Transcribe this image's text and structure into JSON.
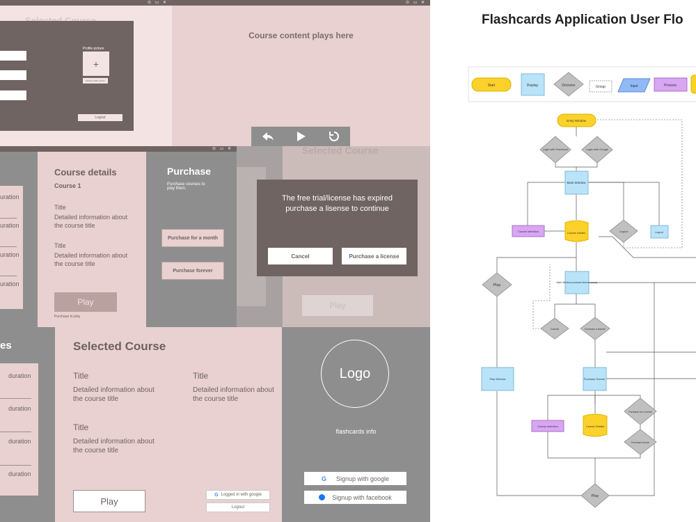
{
  "top_window": {
    "bg_title": "Selected Course",
    "profile_label": "Profile picture",
    "plus": "+",
    "upload_label": "Upload profile picture",
    "logout": "Logout"
  },
  "player": {
    "content_text": "Course content plays here"
  },
  "course_window": {
    "left_durations": [
      "uration",
      "uration",
      "uration",
      "uration"
    ],
    "details_title": "Course details",
    "course_name": "Course 1",
    "item1_title": "Title",
    "item1_desc": "Detailed information about the course title",
    "item2_title": "Title",
    "item2_desc": "Detailed information about the course title",
    "play": "Play",
    "purchase_to_play": "Purchase to play",
    "purchase_title": "Purchase",
    "purchase_sub": "Purchase courses to play them.",
    "purchase_month": "Purchase for a month",
    "purchase_forever": "Purchase forever"
  },
  "expired": {
    "bg_title": "Selected Course",
    "bg_play": "Play",
    "message": "The free trial/license has expired purchase a lisense to continue",
    "cancel": "Cancel",
    "purchase": "Purchase a license"
  },
  "selected_window": {
    "left_heading": "es",
    "left_durations": [
      "duration",
      "duration",
      "duration",
      "duration"
    ],
    "title": "Selected Course",
    "t1": "Title",
    "d1": "Detailed information about the course title",
    "t2": "Title",
    "d2": "Detailed information about the course title",
    "t3": "Title",
    "d3": "Detailed information about the course title",
    "play": "Play",
    "logged_google": "Logged in with google",
    "logout": "Logout"
  },
  "login": {
    "logo": "Logo",
    "info": "flashcards info",
    "google": "Signup with google",
    "facebook": "Signup with facebook"
  },
  "flowchart": {
    "title": "Flashcards Application User Flo",
    "legend": [
      "Start",
      "Display",
      "Decision",
      "Group",
      "Input",
      "Process"
    ],
    "colors": {
      "start": "#fcd12a",
      "display": "#b9e3f9",
      "decision": "#c0c0c0",
      "process": "#d8a6f2",
      "input": "#8fbaf5"
    },
    "nodes": {
      "entry": "Entry Window",
      "login_fb": "Login with Facebook",
      "login_google": "Login with Google",
      "main": "Main Window",
      "course_selection": "Course selection",
      "course_details": "Course Details",
      "logout": "Logout",
      "legend_purple": "Legend",
      "play1": "Play",
      "main_popup": "Main Window purchase licence popup",
      "cancel": "Cancel",
      "purchase_license": "Purchase a license",
      "play_window": "Play Window",
      "purchase_screen": "Purchase Screen",
      "course_selection2": "Course selection",
      "course_details2": "Course Details",
      "purchase_month": "Purchase for a month",
      "purchase_forever": "Purchase forever",
      "play2": "Play"
    }
  }
}
